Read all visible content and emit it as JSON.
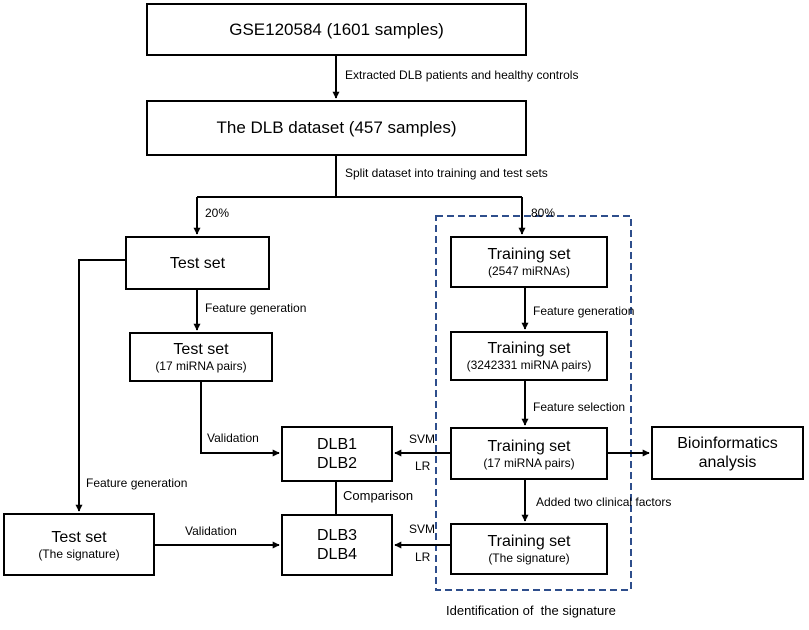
{
  "boxes": {
    "gse": {
      "line1": "GSE120584 (1601 samples)"
    },
    "dataset": {
      "line1": "The DLB dataset (457 samples)"
    },
    "test_set_1": {
      "line1": "Test set"
    },
    "test_set_2": {
      "line1": "Test set",
      "line2": "(17 miRNA pairs)"
    },
    "test_set_3": {
      "line1": "Test set",
      "line2": "(The signature)"
    },
    "train_1": {
      "line1": "Training set",
      "line2": "(2547 miRNAs)"
    },
    "train_2": {
      "line1": "Training set",
      "line2": "(3242331 miRNA pairs)"
    },
    "train_3": {
      "line1": "Training set",
      "line2": "(17 miRNA pairs)"
    },
    "train_4": {
      "line1": "Training set",
      "line2": "(The signature)"
    },
    "dlb12": {
      "line1": "DLB1",
      "line2": "DLB2"
    },
    "dlb34": {
      "line1": "DLB3",
      "line2": "DLB4"
    },
    "bioinfo": {
      "line1": "Bioinformatics",
      "line2": "analysis"
    }
  },
  "labels": {
    "extracted": "Extracted DLB patients and healthy controls",
    "split": "Split dataset into training and test sets",
    "pct_20": "20%",
    "pct_80": "80%",
    "feature_generation_test": "Feature generation",
    "feature_generation_train": "Feature generation",
    "feature_generation_left": "Feature generation",
    "feature_selection": "Feature selection",
    "validation_1": "Validation",
    "validation_2": "Validation",
    "svm_1": "SVM",
    "lr_1": "LR",
    "svm_2": "SVM",
    "lr_2": "LR",
    "comparison": "Comparison",
    "added_clinical": "Added two clinical factors"
  },
  "caption": "Identification of  the signature",
  "colors": {
    "dashed_box": "#2e4e8c",
    "lines": "#000000"
  }
}
